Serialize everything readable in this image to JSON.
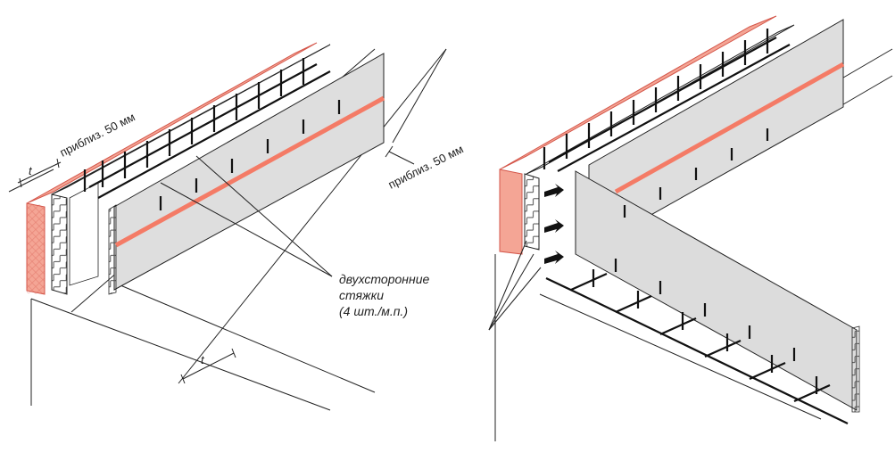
{
  "labels": {
    "approx_top": "приблиз. 50 мм",
    "approx_right": "приблиз. 50 мм",
    "ties_line1": "двухсторонние",
    "ties_line2": "стяжки",
    "ties_line3": "(4 шт./м.п.)",
    "t_top": "t",
    "t_bottom": "t"
  },
  "colors": {
    "brick": "#f4a595",
    "brick_stroke": "#d4564a",
    "insulation_fill": "#f3f3f3",
    "panel": "#dedede",
    "accent_line": "#f47b66",
    "line": "#1a1a1a"
  }
}
